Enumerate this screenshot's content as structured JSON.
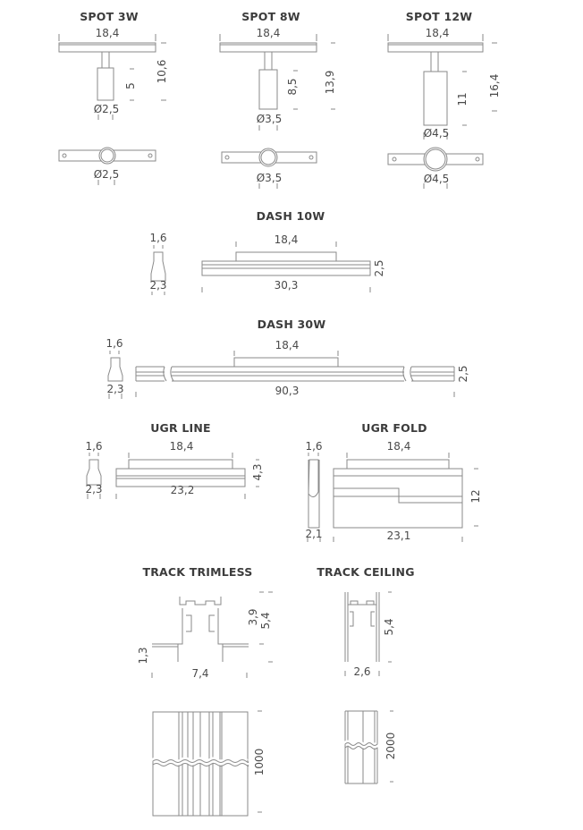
{
  "colors": {
    "line": "#8a8a8a",
    "text": "#4a4a4a",
    "title": "#3c3c3c",
    "background": "#ffffff"
  },
  "products": {
    "spot3w": {
      "title": "SPOT 3W",
      "width": "18,4",
      "total_height": "10,6",
      "body_height": "5",
      "diameter_side": "Ø2,5",
      "diameter_top": "Ø2,5"
    },
    "spot8w": {
      "title": "SPOT 8W",
      "width": "18,4",
      "total_height": "13,9",
      "body_height": "8,5",
      "diameter_side": "Ø3,5",
      "diameter_top": "Ø3,5"
    },
    "spot12w": {
      "title": "SPOT 12W",
      "width": "18,4",
      "total_height": "16,4",
      "body_height": "11",
      "diameter_side": "Ø4,5",
      "diameter_top": "Ø4,5"
    },
    "dash10w": {
      "title": "DASH  10W",
      "profile_top": "1,6",
      "profile_bottom": "2,3",
      "adapter_width": "18,4",
      "length": "30,3",
      "height": "2,5"
    },
    "dash30w": {
      "title": "DASH 30W",
      "profile_top": "1,6",
      "profile_bottom": "2,3",
      "adapter_width": "18,4",
      "length": "90,3",
      "height": "2,5"
    },
    "ugr_line": {
      "title": "UGR LINE",
      "profile_top": "1,6",
      "profile_bottom": "2,3",
      "adapter_width": "18,4",
      "length": "23,2",
      "height": "4,3"
    },
    "ugr_fold": {
      "title": "UGR FOLD",
      "profile_top": "1,6",
      "profile_bottom": "2,1",
      "adapter_width": "18,4",
      "length": "23,1",
      "height": "12"
    },
    "track_trimless": {
      "title": "TRACK TRIMLESS",
      "inner_height": "3,9",
      "total_height": "5,4",
      "flange": "1,3",
      "width": "7,4",
      "length": "1000"
    },
    "track_ceiling": {
      "title": "TRACK CEILING",
      "height": "5,4",
      "width": "2,6",
      "length": "2000"
    }
  }
}
